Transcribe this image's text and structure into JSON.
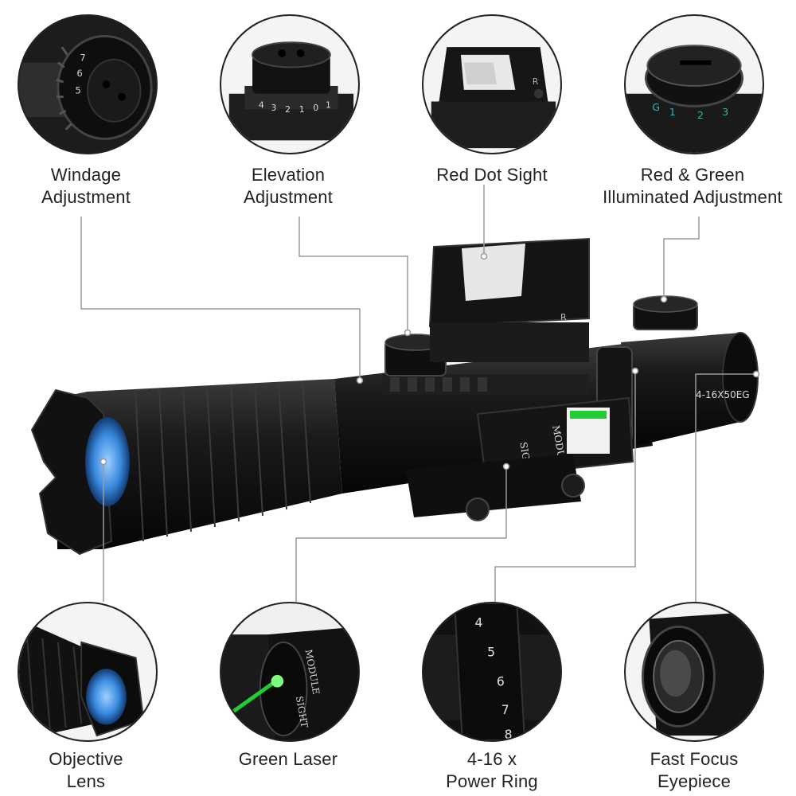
{
  "features": [
    {
      "id": "windage",
      "lines": [
        "Windage",
        "Adjustment"
      ],
      "icon": "windage-knob-icon"
    },
    {
      "id": "elevation",
      "lines": [
        "Elevation",
        "Adjustment"
      ],
      "icon": "elevation-knob-icon"
    },
    {
      "id": "red-dot",
      "lines": [
        "Red Dot Sight"
      ],
      "icon": "red-dot-sight-icon"
    },
    {
      "id": "illumination",
      "lines": [
        "Red & Green",
        "Illuminated Adjustment"
      ],
      "icon": "illumination-knob-icon"
    },
    {
      "id": "objective",
      "lines": [
        "Objective",
        "Lens"
      ],
      "icon": "objective-lens-icon"
    },
    {
      "id": "laser",
      "lines": [
        "Green Laser"
      ],
      "icon": "green-laser-icon"
    },
    {
      "id": "power-ring",
      "lines": [
        "4-16 x",
        "Power Ring"
      ],
      "icon": "power-ring-icon"
    },
    {
      "id": "eyepiece",
      "lines": [
        "Fast Focus",
        "Eyepiece"
      ],
      "icon": "eyepiece-icon"
    }
  ],
  "scope": {
    "model_mark": "4-16X50EG",
    "laser_brand": "SIGHT",
    "laser_mode": "MODULE",
    "dial_marks": [
      "4",
      "3",
      "2",
      "1",
      "0",
      "1"
    ],
    "power_marks": [
      "4",
      "5",
      "6",
      "7",
      "8"
    ],
    "illum_marks": [
      "G",
      "1",
      "2",
      "3"
    ],
    "red_dot_mark": "R"
  },
  "colors": {
    "line": "#9a9a9a",
    "laser": "#22cc33",
    "lens": "#3a8be0",
    "text": "#222222"
  }
}
